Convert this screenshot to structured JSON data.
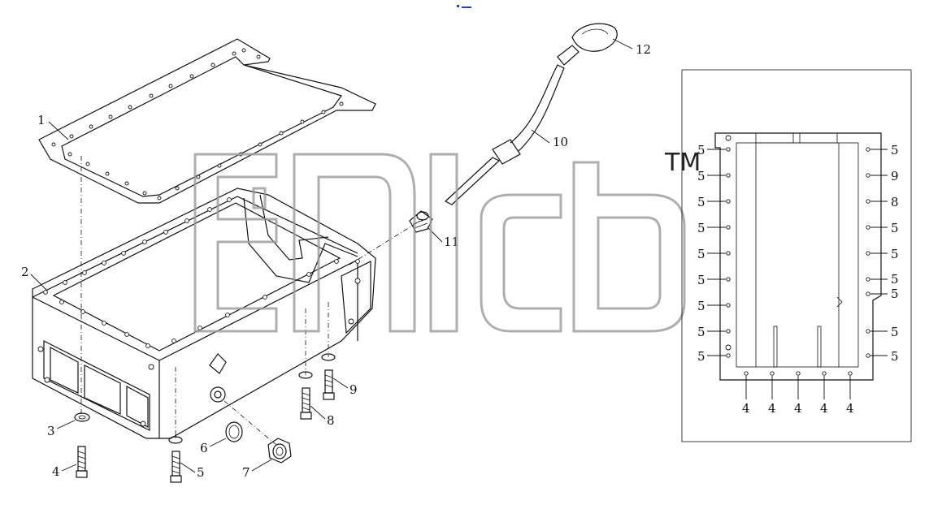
{
  "callouts": {
    "c1": "1",
    "c2": "2",
    "c3": "3",
    "c4": "4",
    "c5": "5",
    "c6": "6",
    "c7": "7",
    "c8": "8",
    "c9": "9",
    "c10": "10",
    "c11": "11",
    "c12": "12"
  },
  "watermark": {
    "trademark": "TM"
  },
  "detail": {
    "left_labels": [
      "5",
      "5",
      "5",
      "5",
      "5",
      "5",
      "5",
      "5",
      "5"
    ],
    "right_labels": [
      "5",
      "9",
      "8",
      "5",
      "5",
      "5",
      "5",
      "5",
      "5"
    ],
    "bottom_labels": [
      "4",
      "4",
      "4",
      "4",
      "4"
    ]
  }
}
